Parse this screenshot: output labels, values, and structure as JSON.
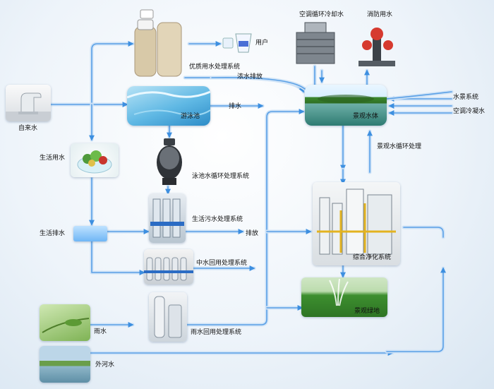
{
  "labels": {
    "tap_water": "自来水",
    "domestic_water": "生活用水",
    "domestic_drain": "生活排水",
    "rain": "雨水",
    "river": "外河水",
    "quality_water_system": "优质用水处理系统",
    "user": "用户",
    "concentrate_discharge": "浓水排放",
    "pool": "游泳池",
    "drain_1": "排水",
    "pool_circ_system": "泳池水循环处理系统",
    "domestic_sewage_system": "生活污水处理系统",
    "discharge": "排放",
    "reclaimed_system": "中水回用处理系统",
    "rainwater_system": "雨水回用处理系统",
    "cooling_water": "空调循环冷却水",
    "fire_water": "消防用水",
    "landscape_water": "景观水体",
    "landscape_system": "水景系统",
    "ac_condensate": "空调冷凝水",
    "landscape_circ": "景观水循环处理",
    "integrated_purification": "综合净化系统",
    "landscape_green": "景观绿地"
  },
  "colors": {
    "pipe": "#5aa0e6",
    "pipe_glow": "#cfe3f7",
    "arrow": "#3d8fe0",
    "background": "#eef4fa"
  }
}
